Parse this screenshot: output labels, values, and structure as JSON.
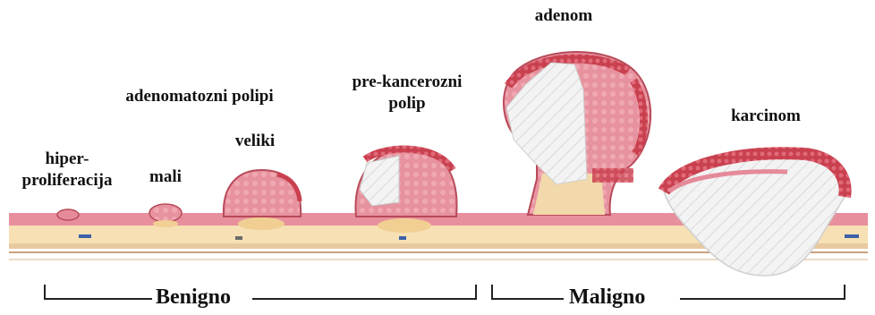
{
  "stages": {
    "hiperproliferacija": {
      "line1": "hiper-",
      "line2": "proliferacija"
    },
    "mali": "mali",
    "adenomatozni_polipi": "adenomatozni polipi",
    "veliki": "veliki",
    "pre_kancerozni_polip": {
      "line1": "pre-kancerozni",
      "line2": "polip"
    },
    "adenom": "adenom",
    "karcinom": "karcinom"
  },
  "groups": {
    "benign": "Benigno",
    "malignant": "Maligno"
  },
  "colors": {
    "mucosa": "#e8909e",
    "mucosa_edge": "#c0505f",
    "submucosa": "#f5dfb0",
    "tumor_white": "#f4f4f4",
    "bracket": "#222222"
  }
}
